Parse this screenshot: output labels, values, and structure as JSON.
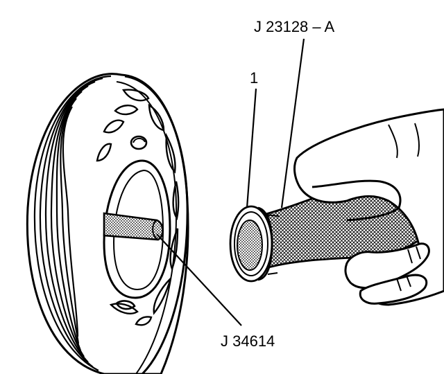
{
  "labels": {
    "tool_a": "J 23128 – A",
    "item_1": "1",
    "tool_b": "J 34614"
  },
  "colors": {
    "ink": "#000000",
    "paper": "#ffffff",
    "stipple": "#8a8a8a"
  }
}
